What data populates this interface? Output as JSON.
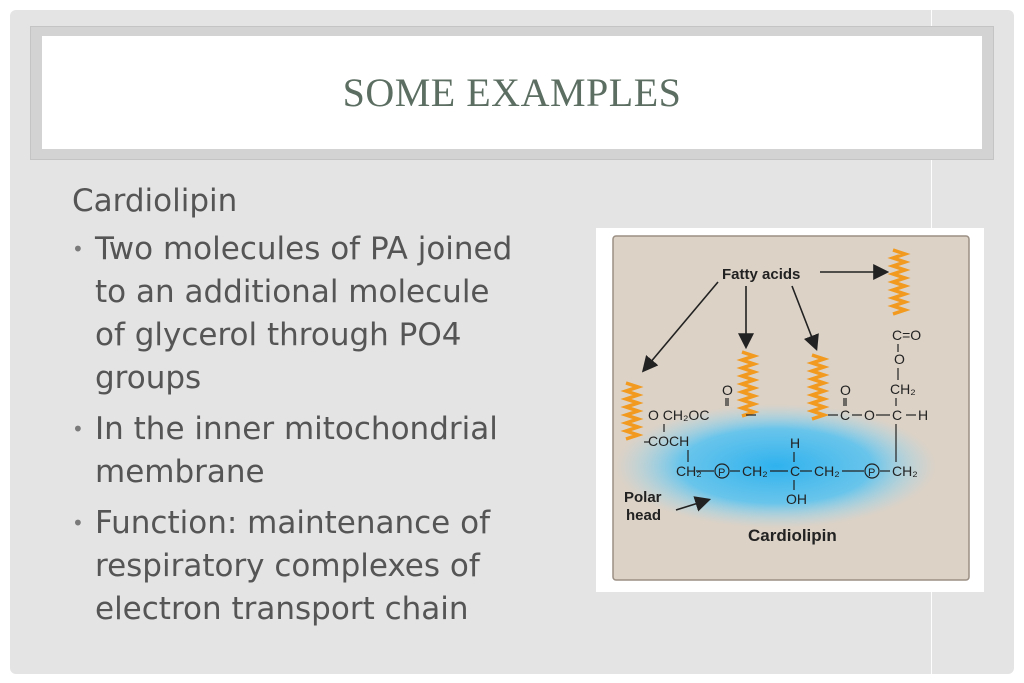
{
  "slide": {
    "title": "SOME EXAMPLES",
    "heading": "Cardiolipin",
    "bullets": [
      {
        "lines": [
          "Two molecules of PA joined",
          "to an additional molecule",
          "of glycerol through PO4",
          "groups"
        ]
      },
      {
        "lines": [
          "In the inner mitochondrial",
          "membrane"
        ]
      },
      {
        "lines": [
          "Function: maintenance of",
          "respiratory complexes of",
          "electron transport chain"
        ]
      }
    ]
  },
  "figure": {
    "label_fatty_acids": "Fatty acids",
    "label_polar": "Polar",
    "label_head": "head",
    "label_cardiolipin": "Cardiolipin",
    "chem": {
      "o_top1": "O",
      "ch2oc": "O CH₂OC",
      "coch": "COCH",
      "ch2_left": "CH₂",
      "p1": "P",
      "ch2_mid1": "CH₂",
      "c_center": "C",
      "h_center": "H",
      "oh_center": "OH",
      "ch2_mid2": "CH₂",
      "p2": "P",
      "ch2_right": "CH₂",
      "o_top2": "O",
      "c_right": "C",
      "o_link": "O",
      "c_glyc": "C",
      "h_glyc": "H",
      "ch2_top": "CH₂",
      "o_ester": "O",
      "co_top": "C=O"
    },
    "colors": {
      "panel": "#dcd2c6",
      "glow": "#4fb9ea",
      "fatty_acid": "#f29a1f"
    }
  }
}
